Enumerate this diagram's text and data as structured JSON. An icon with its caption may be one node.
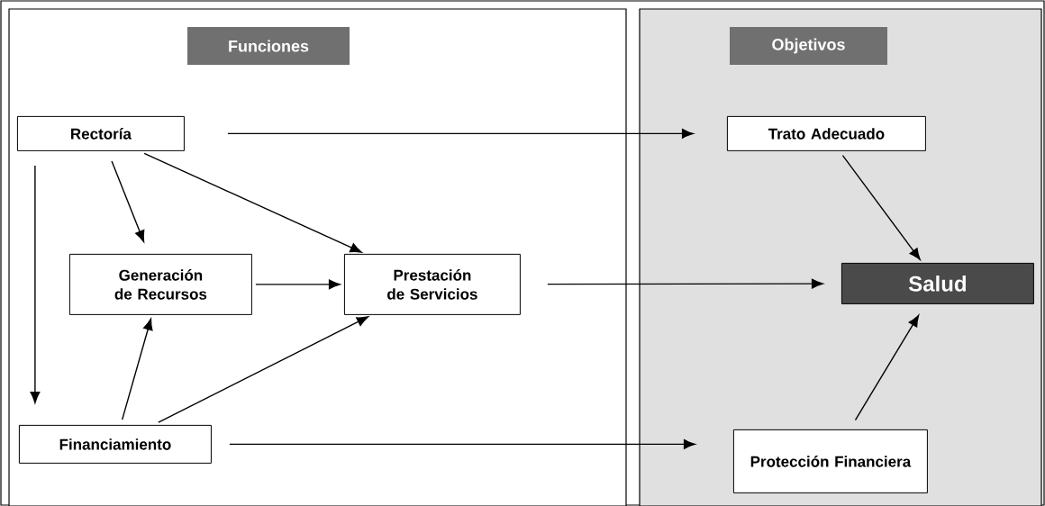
{
  "diagram": {
    "nodes": [
      {
        "text": [
          "Funciones"
        ]
      },
      {
        "text": [
          "Objetivos"
        ]
      },
      {
        "text": [
          "Rectoría"
        ],
        "in": 0
      },
      {
        "text": [
          "Generación de Recursos"
        ],
        "in": 0
      },
      {
        "text": [
          "Prestación de Servicios"
        ],
        "in": 0
      },
      {
        "text": [
          "Financiamiento"
        ],
        "in": 0
      },
      {
        "text": [
          "Trato Adecuado"
        ],
        "in": 1
      },
      {
        "text": [
          "Salud"
        ],
        "in": 1
      },
      {
        "text": [
          "Protección Financiera"
        ],
        "in": 1
      }
    ],
    "edges": [
      {
        "from": 2,
        "to": 6,
        "arrow": "to"
      },
      {
        "from": 2,
        "to": 4,
        "arrow": "to"
      },
      {
        "from": 2,
        "to": 3,
        "arrow": "to"
      },
      {
        "from": 2,
        "to": 5,
        "arrow": "to"
      },
      {
        "from": 3,
        "to": 4,
        "arrow": "to"
      },
      {
        "from": 5,
        "to": 3,
        "arrow": "to"
      },
      {
        "from": 5,
        "to": 4,
        "arrow": "to"
      },
      {
        "from": 4,
        "to": 7,
        "arrow": "to"
      },
      {
        "from": 6,
        "to": 7,
        "arrow": "to"
      },
      {
        "from": 5,
        "to": 8,
        "arrow": "to"
      },
      {
        "from": 8,
        "to": 7,
        "arrow": "to"
      }
    ]
  }
}
